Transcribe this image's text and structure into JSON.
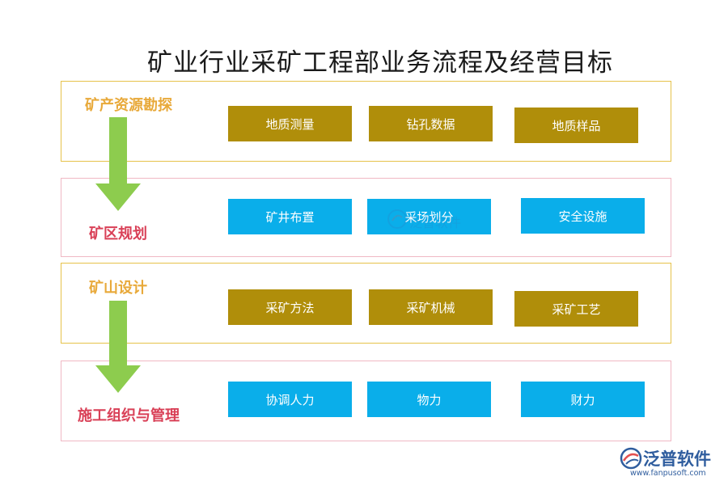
{
  "title": "矿业行业采矿工程部业务流程及经营目标",
  "colors": {
    "olive_box": "#b08e0a",
    "blue_box": "#0aaeea",
    "gold_label": "#e8a93a",
    "red_label": "#d94057",
    "gold_border": "#e6c24a",
    "pink_border": "#f0b8c4",
    "arrow": "#8dcc4e"
  },
  "stages": [
    {
      "label": "矿产资源勘探",
      "items": [
        "地质测量",
        "钻孔数据",
        "地质样品"
      ]
    },
    {
      "label": "矿区规划",
      "items": [
        "矿井布置",
        "采场划分",
        "安全设施"
      ]
    },
    {
      "label": "矿山设计",
      "items": [
        "采矿方法",
        "采矿机械",
        "采矿工艺"
      ]
    },
    {
      "label": "施工组织与管理",
      "items": [
        "协调人力",
        "物力",
        "财力"
      ]
    }
  ],
  "watermark": {
    "text": "泛普软件"
  },
  "logo": {
    "name": "泛普软件",
    "url": "www.fanpusoft.com"
  }
}
